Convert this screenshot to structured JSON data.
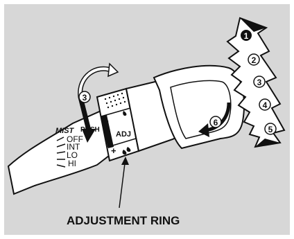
{
  "colors": {
    "background": "#d7d7d7",
    "frame": "#ffffff",
    "outline": "#111111",
    "part": "#ffffff"
  },
  "switch_positions": {
    "mist": "MIST",
    "push": "PUSH",
    "off": "OFF",
    "int": "INT",
    "lo": "LO",
    "hi": "HI"
  },
  "ring_labels": {
    "adj": "ADJ",
    "minus": "–",
    "plus": "+"
  },
  "callouts": [
    "1",
    "2",
    "3",
    "4",
    "5",
    "3",
    "6"
  ],
  "caption": "ADJUSTMENT RING"
}
